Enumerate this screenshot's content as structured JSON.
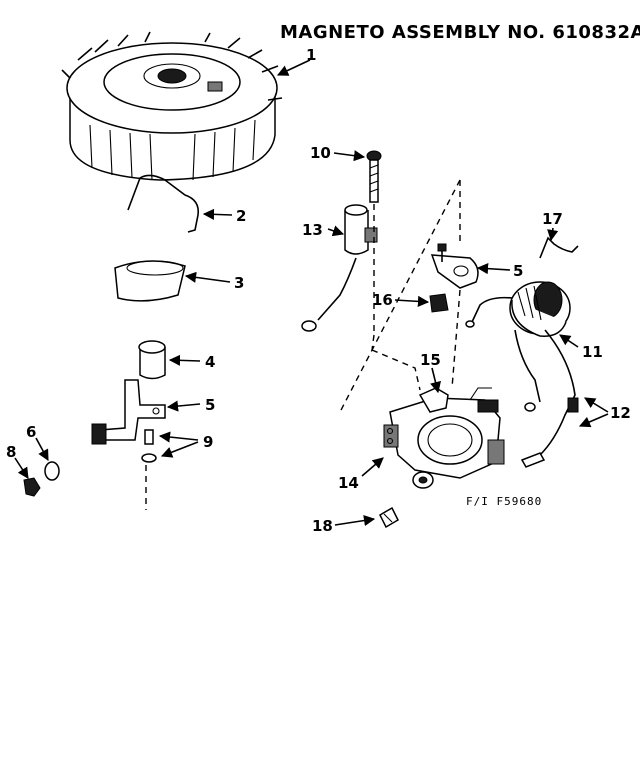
{
  "title": "MAGNETO ASSEMBLY NO. 610832A",
  "figure_id": "F/I F59680",
  "callouts": {
    "c1": "1",
    "c2": "2",
    "c3": "3",
    "c4": "4",
    "c5a": "5",
    "c5b": "5",
    "c6": "6",
    "c8": "8",
    "c9": "9",
    "c10": "10",
    "c11": "11",
    "c12": "12",
    "c13": "13",
    "c14": "14",
    "c15": "15",
    "c16": "16",
    "c17": "17",
    "c18": "18"
  }
}
